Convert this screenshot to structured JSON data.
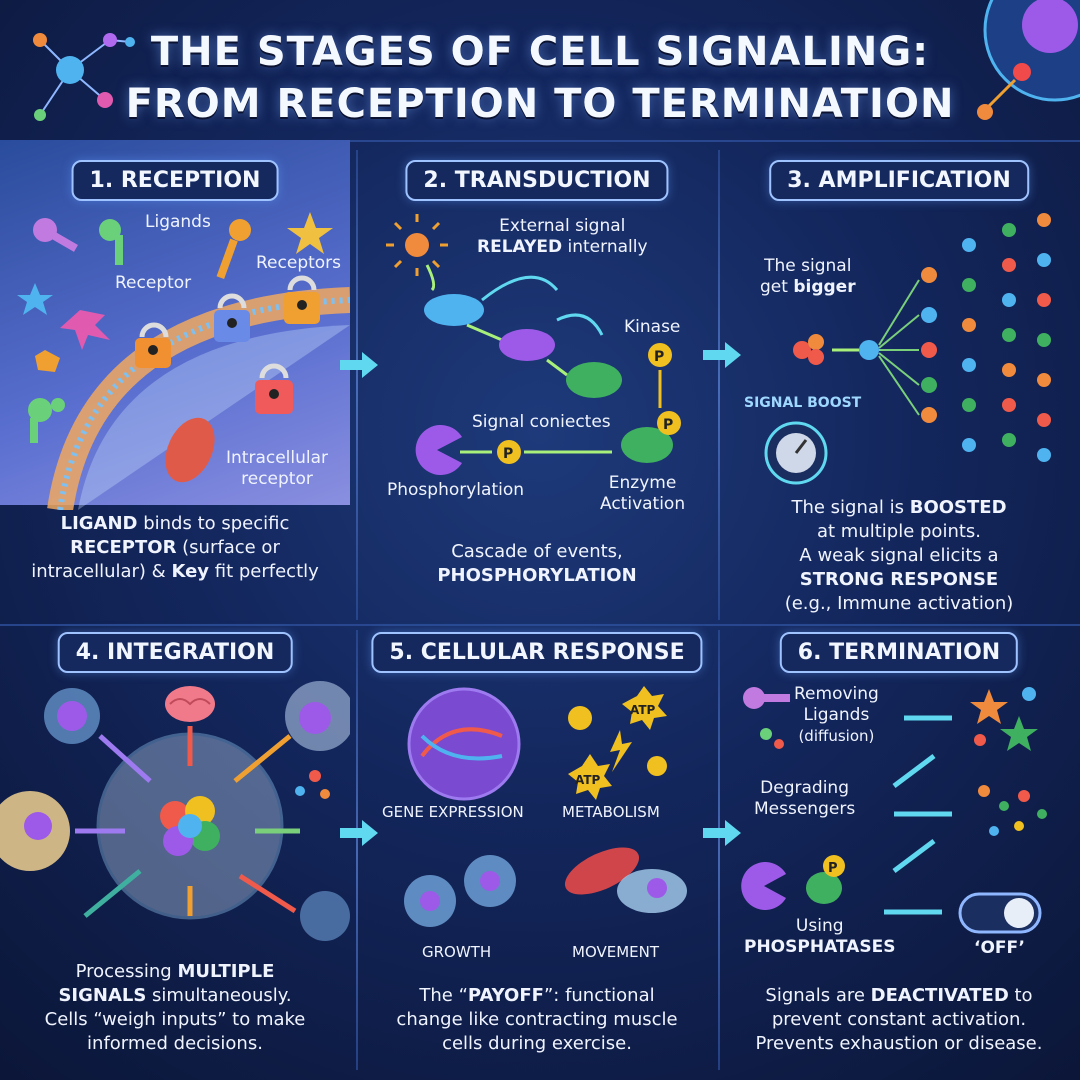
{
  "title": {
    "line1": "THE STAGES OF CELL SIGNALING:",
    "line2": "FROM RECEPTION TO TERMINATION"
  },
  "panels": {
    "reception": {
      "heading": "1. RECEPTION",
      "labels": {
        "ligands": "Ligands",
        "receptor": "Receptor",
        "receptors": "Receptors",
        "intracellular": "Intracellular",
        "intracellular2": "receptor"
      },
      "desc": {
        "p1": "LIGAND",
        "p2": " binds to specific",
        "p3": "RECEPTOR",
        "p4": " (surface or",
        "p5": "intracellular) & ",
        "p6": "Key",
        "p7": " fit perfectly"
      }
    },
    "transduction": {
      "heading": "2. TRANSDUCTION",
      "labels": {
        "ext1": "External signal",
        "relayed": "RELAYED",
        "internally": " internally",
        "kinase": "Kinase",
        "signal_connects": "Signal coniectes",
        "phosphorylation": "Phosphorylation",
        "enzyme1": "Enzyme",
        "enzyme2": "Activation"
      },
      "desc": {
        "p1": "Cascade of events,",
        "p2": "PHOSPHORYLATION"
      }
    },
    "amplification": {
      "heading": "3. AMPLIFICATION",
      "labels": {
        "get1": "The signal",
        "get2": "get ",
        "bigger": "bigger",
        "boost": "SIGNAL BOOST"
      },
      "desc": {
        "p1": "The signal is ",
        "p2": "BOOSTED",
        "p3": "at multiple points.",
        "p4": "A weak signal elicits a",
        "p5": "STRONG RESPONSE",
        "p6": "(e.g., Immune activation)"
      }
    },
    "integration": {
      "heading": "4. INTEGRATION",
      "desc": {
        "p1": "Processing ",
        "p2": "MULTIPLE",
        "p3": "SIGNALS",
        "p4": " simultaneously.",
        "p5": "Cells “weigh inputs” to make",
        "p6": "informed decisions."
      }
    },
    "response": {
      "heading": "5. CELLULAR RESPONSE",
      "labels": {
        "gene": "GENE EXPRESSION",
        "metabolism": "METABOLISM",
        "growth": "GROWTH",
        "movement": "MOVEMENT",
        "atp": "ATP"
      },
      "desc": {
        "p1": "The “",
        "p2": "PAYOFF",
        "p3": "”: functional",
        "p4": "change like contracting muscle",
        "p5": "cells during exercise."
      }
    },
    "termination": {
      "heading": "6. TERMINATION",
      "labels": {
        "removing1": "Removing",
        "removing2": "Ligands",
        "removing3": "(diffusion)",
        "degrading1": "Degrading",
        "degrading2": "Messengers",
        "using": "Using",
        "phosphatases": "PHOSPHATASES",
        "off": "‘OFF’"
      },
      "desc": {
        "p1": "Signals are ",
        "p2": "DEACTIVATED",
        "p3": " to",
        "p4": "prevent constant activation.",
        "p5": "Prevents exhaustion or disease."
      }
    }
  },
  "colors": {
    "accent": "#9fc3ff",
    "background": "#13265c",
    "arrow": "#5fd8f0"
  },
  "icons": [
    "key-icon",
    "lock-icon",
    "kinase-icon",
    "phosphate-icon",
    "dial-icon",
    "brain-icon",
    "dna-icon",
    "lightning-icon",
    "muscle-icon",
    "toggle-switch-icon"
  ]
}
